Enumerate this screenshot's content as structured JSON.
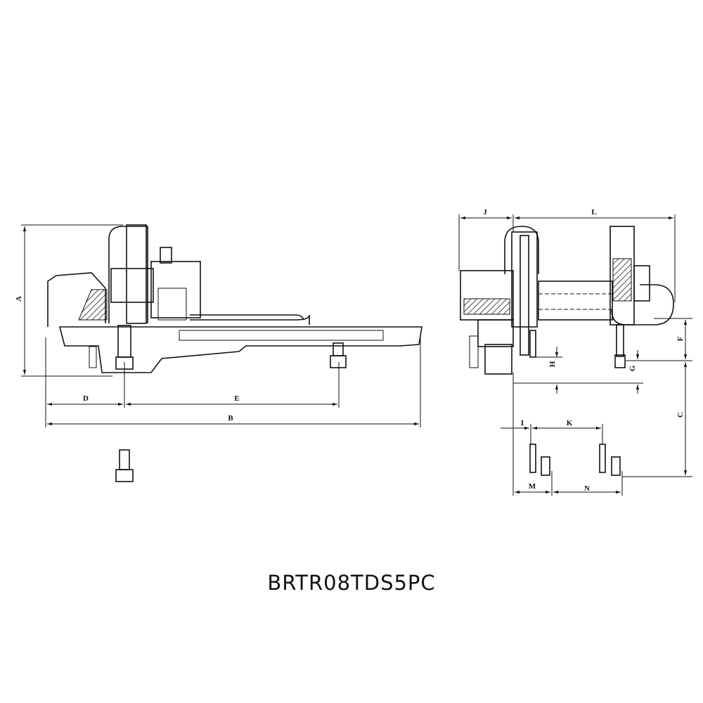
{
  "title": "BRTR08TDS5PC",
  "dimensions": {
    "A": "A",
    "B": "B",
    "C": "C",
    "D": "D",
    "E": "E",
    "F": "F",
    "G": "G",
    "H": "H",
    "I": "I",
    "J": "J",
    "K": "K",
    "L": "L",
    "M": "M",
    "N": "N"
  }
}
